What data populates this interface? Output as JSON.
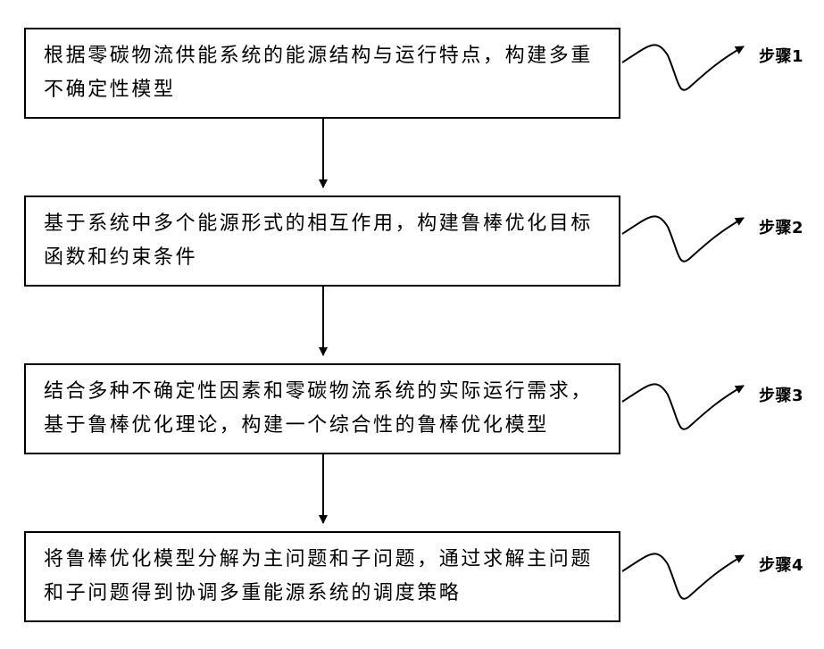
{
  "steps": [
    {
      "text": "根据零碳物流供能系统的能源结构与运行特点，构建多重不确定性模型",
      "label": "步骤1"
    },
    {
      "text": "基于系统中多个能源形式的相互作用，构建鲁棒优化目标函数和约束条件",
      "label": "步骤2"
    },
    {
      "text": "结合多种不确定性因素和零碳物流系统的实际运行需求，基于鲁棒优化理论，构建一个综合性的鲁棒优化模型",
      "label": "步骤3"
    },
    {
      "text": "将鲁棒优化模型分解为主问题和子问题，通过求解主问题和子问题得到协调多重能源系统的调度策略",
      "label": "步骤4"
    }
  ]
}
